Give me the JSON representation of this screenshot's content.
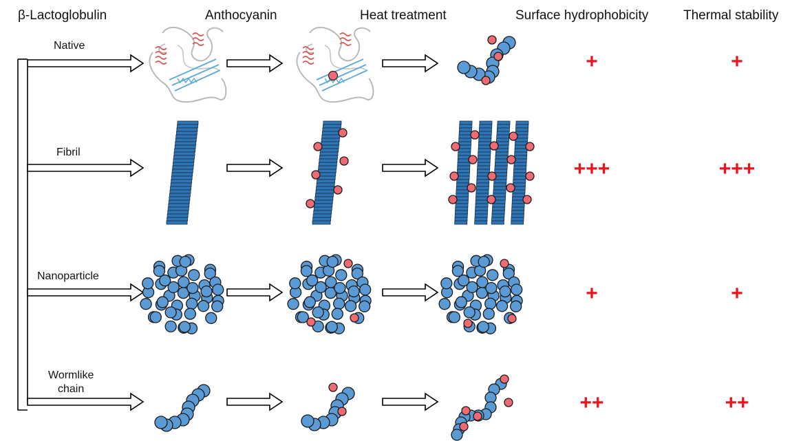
{
  "headers": {
    "col1": "β-Lactoglobulin",
    "col2": "Anthocyanin",
    "col3": "Heat treatment",
    "col4": "Surface hydrophobicity",
    "col5": "Thermal stability"
  },
  "rows": [
    {
      "label": "Native",
      "surface_hydrophobicity": "+",
      "thermal_stability": "+"
    },
    {
      "label": "Fibril",
      "surface_hydrophobicity": "+++",
      "thermal_stability": "+++"
    },
    {
      "label": "Nanoparticle",
      "surface_hydrophobicity": "+",
      "thermal_stability": "+"
    },
    {
      "label_line1": "Wormlike",
      "label_line2": "chain",
      "surface_hydrophobicity": "++",
      "thermal_stability": "++"
    }
  ],
  "colors": {
    "protein_blue": "#5b9bd5",
    "fibril_blue": "#2e75b6",
    "anthocyanin_red": "#ef6b73",
    "rating_red": "#e8141e",
    "helix_red": "#d9534f",
    "sheet_blue": "#5aa9d6"
  },
  "icons": {
    "row_arrow": "hollow-right-arrow",
    "native_structure": "protein-ribbon-icon"
  }
}
